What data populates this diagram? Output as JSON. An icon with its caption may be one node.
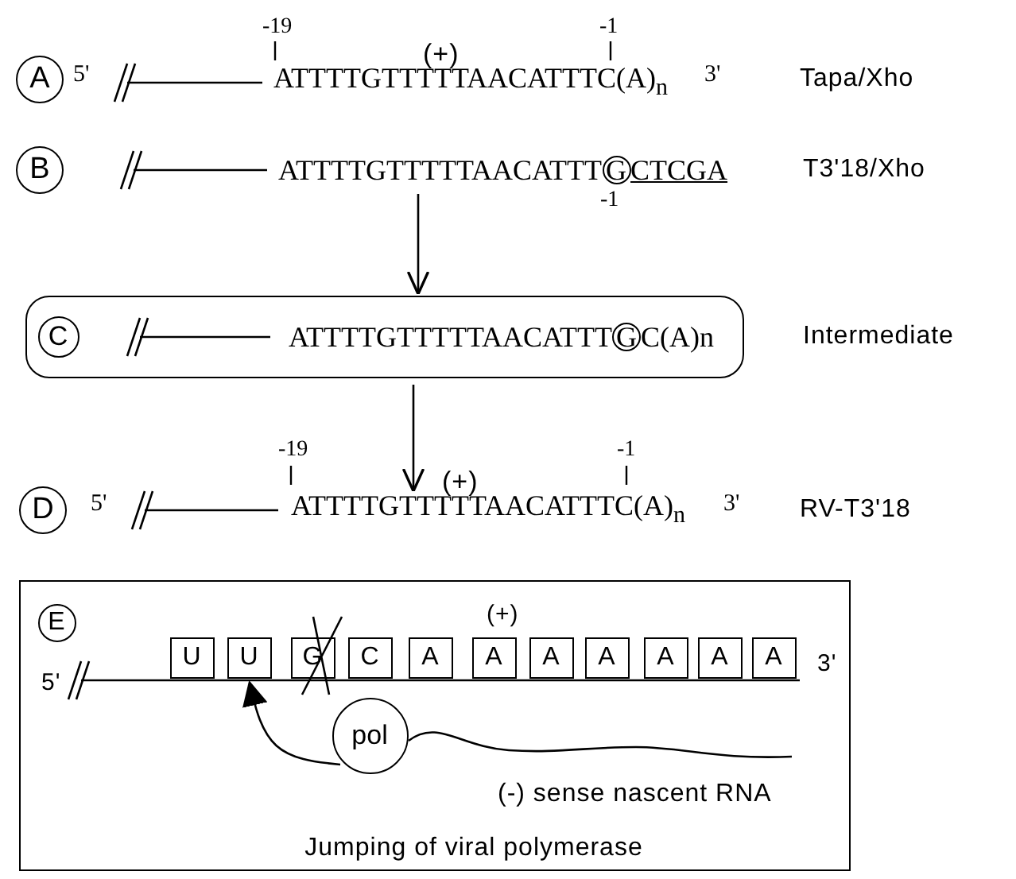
{
  "diagram": {
    "nodes": [
      {
        "text": [
          "A"
        ]
      },
      {
        "text": [
          "B"
        ]
      },
      {
        "text": [
          "ATTTTGTTTTTAACATTT",
          "CTCGA"
        ]
      },
      {
        "text": [
          "G"
        ],
        "in": 2,
        "beside": [
          "-1"
        ]
      },
      {
        "text": [
          "ATTTTGTTTTTAACATTT",
          "C(A)n"
        ],
        "beside": [
          "Intermediate"
        ]
      },
      {
        "text": [
          "C"
        ],
        "in": 4
      },
      {
        "text": [
          "G"
        ],
        "in": 4
      },
      {
        "text": [
          "D"
        ]
      },
      {
        "text": [
          "ATTTTGTTTTTAACATTTC(A)$_{n}$"
        ]
      },
      {
        "text": [
          "Jumping of viral polymerase"
        ]
      },
      {
        "text": [
          "E"
        ],
        "in": 9
      },
      {
        "text": [
          "U"
        ],
        "in": 9
      },
      {
        "text": [
          "U"
        ],
        "in": 9
      },
      {
        "text": [
          "G"
        ],
        "in": 9
      },
      {
        "text": [
          "C"
        ],
        "in": 9
      },
      {
        "text": [
          "A"
        ],
        "in": 9
      },
      {
        "text": [
          "A"
        ],
        "in": 9
      },
      {
        "text": [
          "A"
        ],
        "in": 9
      },
      {
        "text": [
          "A"
        ],
        "in": 9
      },
      {
        "text": [
          "A"
        ],
        "in": 9
      },
      {
        "text": [
          "A"
        ],
        "in": 9
      },
      {
        "text": [
          "A"
        ],
        "in": 9
      },
      {
        "text": [
          "pol"
        ],
        "in": 9
      }
    ],
    "edges": [
      {
        "from": 2,
        "to": 4,
        "arrow": "to"
      },
      {
        "from": 4,
        "to": 8,
        "arrow": "to"
      },
      {
        "from": 22,
        "to": 12,
        "arrow": "to"
      }
    ],
    "labels": [
      "-19",
      "-1",
      "(+)",
      "5'",
      "ATTTTGTTTTTAACATTTC(A)$_{n}$",
      "3'",
      "Tapa/Xho",
      "T3'18/Xho",
      "-19",
      "-1",
      "(+)",
      "5'",
      "3'",
      "RV-T3'18",
      "(+)",
      "5'",
      "3'",
      "(-) sense nascent RNA"
    ]
  }
}
